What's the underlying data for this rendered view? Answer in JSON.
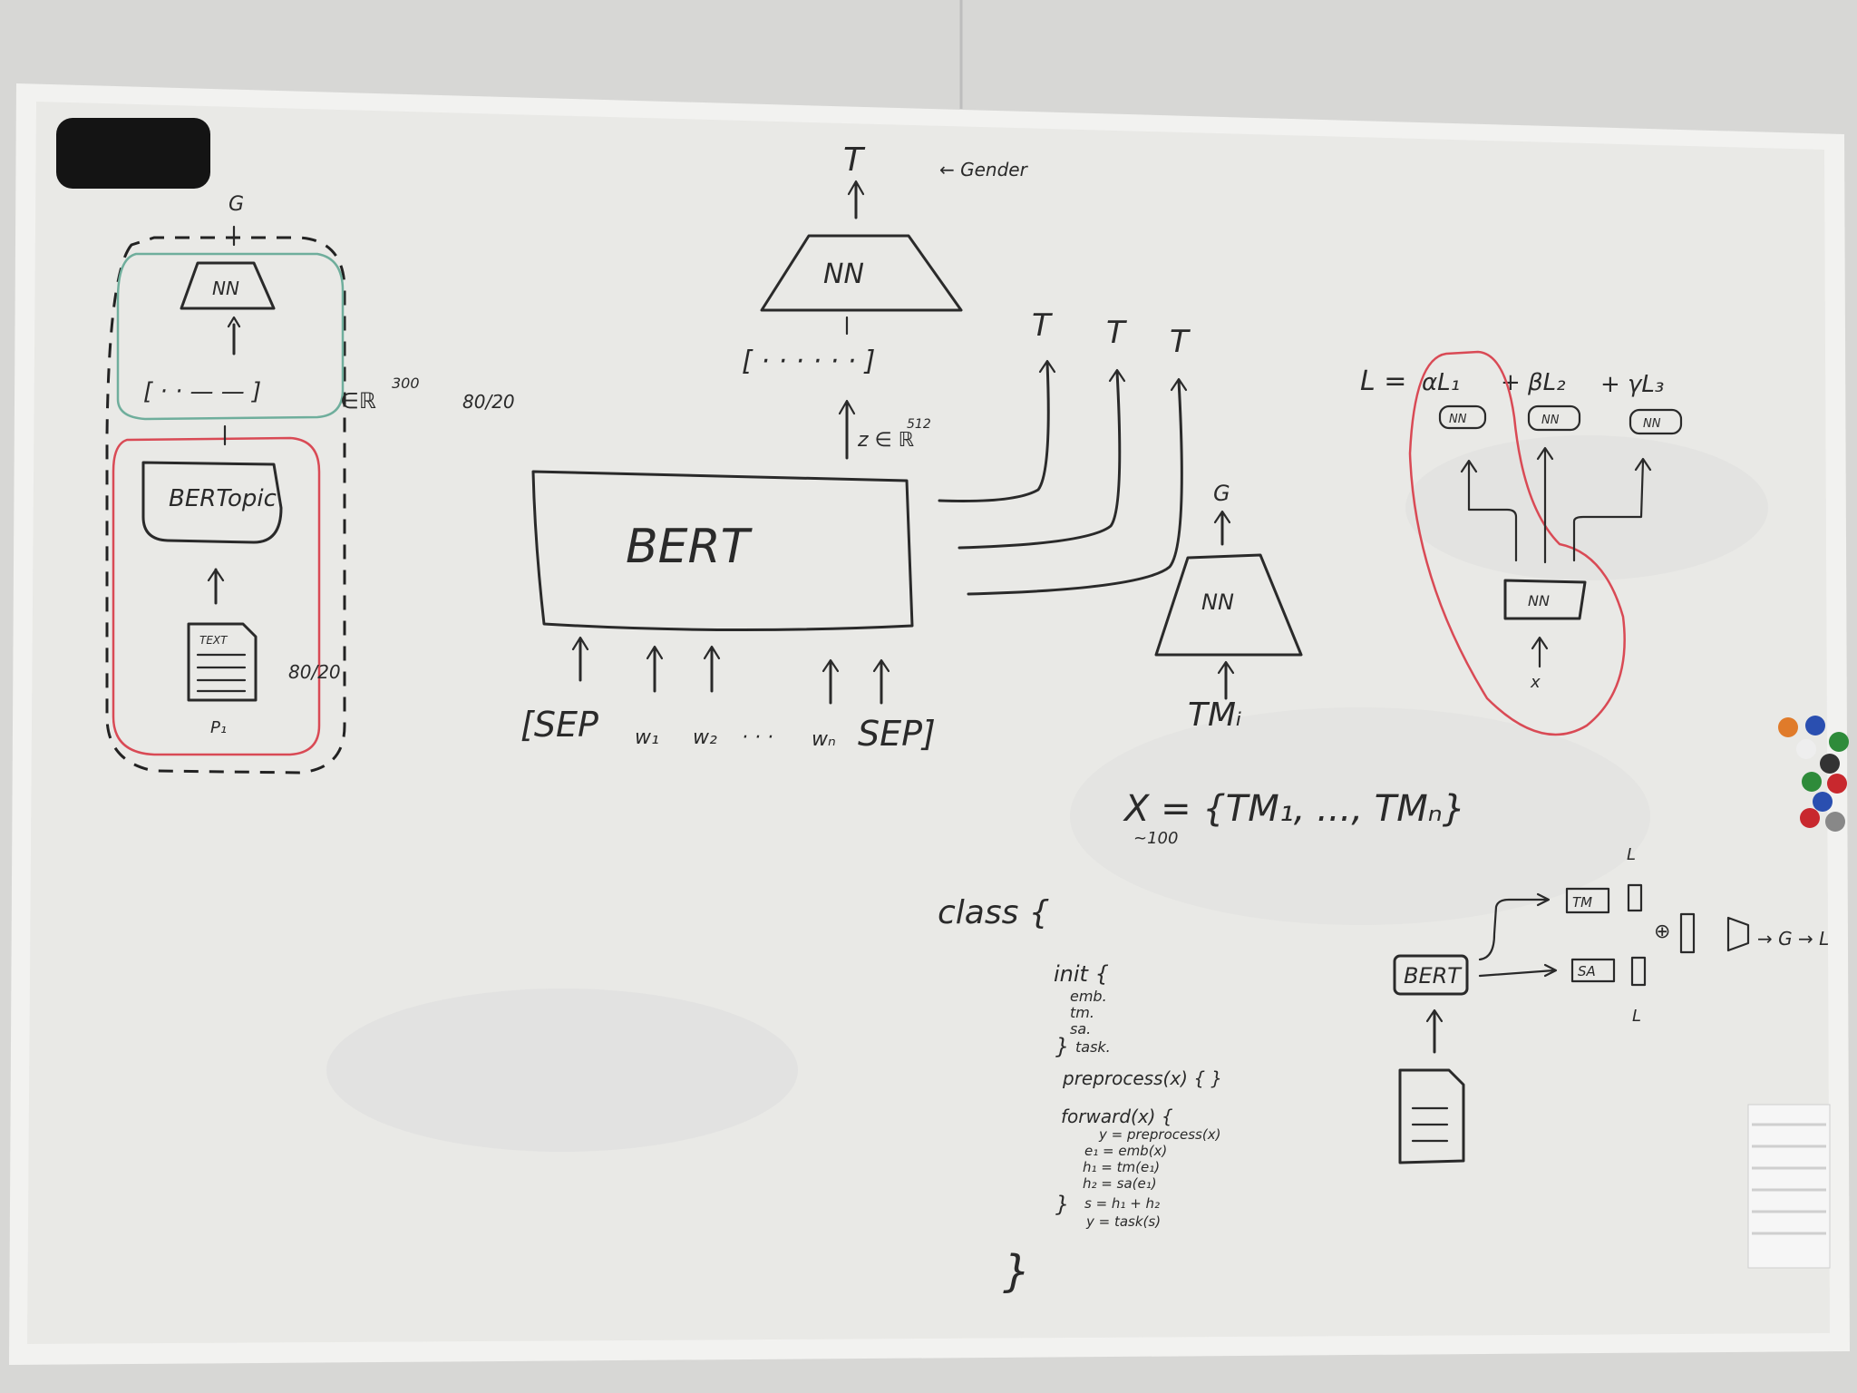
{
  "colors": {
    "board": "#ececea",
    "frame": "#f4f4f4",
    "ink": "#2a2a2a",
    "red_marker": "#d94a55",
    "teal_marker": "#6fae9c",
    "eraser": "#141414"
  },
  "left_panel": {
    "top_output": "G",
    "nn": "NN",
    "vector": "[ · · — — ]",
    "vector_space": "∈ℝ",
    "vector_space_exp": "300",
    "split_label": "80/20",
    "bertopic": "BERTopic",
    "doc_text": "TEXT",
    "doc_label": "P₁",
    "ratio_label": "80/20"
  },
  "center": {
    "top_output": "T",
    "top_annotation": "← Gender",
    "nn": "NN",
    "vector": "[ · · · · · · ]",
    "embedding": "z ∈ ℝ",
    "embedding_exp": "512",
    "bert": "BERT",
    "outputs": [
      "T",
      "T",
      "T"
    ],
    "tokens": [
      "[SEP",
      "w₁",
      "w₂",
      "· · ·",
      "wₙ",
      "SEP]"
    ],
    "tm_output": "G",
    "tm_nn": "NN",
    "tm_input": "TMᵢ",
    "set_formula": "X = {TM₁, ..., TMₙ}",
    "set_note": "~100"
  },
  "loss_panel": {
    "loss": "L =",
    "terms": [
      "αL₁",
      "+ βL₂",
      "+ γL₃"
    ],
    "heads": [
      "NN",
      "NN",
      "NN"
    ],
    "shared_nn": "NN",
    "input": "x"
  },
  "code": {
    "class_line": "class {",
    "init_line": "init {",
    "init_body": [
      "emb.",
      "tm.",
      "sa.",
      "task."
    ],
    "init_close": "}",
    "preprocess_line": "preprocess(x) { }",
    "forward_line": "forward(x) {",
    "forward_body": [
      "y = preprocess(x)",
      "e₁ = emb(x)",
      "h₁ = tm(e₁)",
      "h₂ = sa(e₁)",
      "s = h₁ + h₂",
      "y = task(s)"
    ],
    "forward_close": "}",
    "class_close": "}"
  },
  "pipeline": {
    "bert": "BERT",
    "tm": "TM",
    "sa": "SA",
    "loss_top": "L",
    "loss_bottom": "L",
    "plus": "⊕",
    "tail": "→ G → L"
  }
}
